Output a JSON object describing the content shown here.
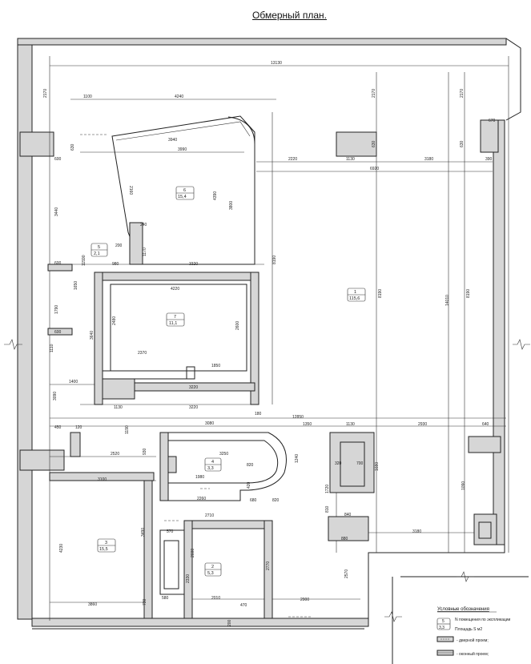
{
  "title": "Обмерный план.",
  "dimensions": {
    "top_total": "13130",
    "d1100": "1100",
    "d4240": "4240",
    "d2170a": "2170",
    "d2170b": "2170",
    "d2170c": "2170",
    "d670": "670",
    "d630a": "630",
    "d630b": "630",
    "d630c": "630",
    "d600a": "600",
    "d600b": "600",
    "d600c": "600",
    "d3940": "3940",
    "d3990": "3990",
    "d2220": "2220",
    "d1130a": "1130",
    "d3180a": "3180",
    "d390": "390",
    "d6920": "6920",
    "d3440": "3440",
    "d2160": "2160",
    "d4390": "4390",
    "d3800": "3800",
    "d240": "240",
    "d200": "200",
    "d980": "980",
    "d3320": "3320",
    "d11590": "11590",
    "d1170": "1170",
    "d1650": "1650",
    "d1790": "1790",
    "d4220": "4220",
    "d2480": "2480",
    "d2600": "2600",
    "d8190a": "8190",
    "d8190b": "8190",
    "d8190c": "8190",
    "d14010": "14010",
    "d3640": "3640",
    "d1110": "1110",
    "d2370": "2370",
    "d1850": "1850",
    "d1400": "1400",
    "d3220a": "3220",
    "d3220b": "3220",
    "d3090": "3090",
    "d1130b": "1130",
    "d180": "180",
    "d12850": "12850",
    "d3080": "3080",
    "d1350": "1350",
    "d1130c": "1130",
    "d2930": "2930",
    "d640": "640",
    "d450": "450",
    "d120": "120",
    "d1190": "1190",
    "d2520": "2520",
    "d930": "930",
    "d3250": "3250",
    "d1240": "1240",
    "d820a": "820",
    "d1980": "1980",
    "d3100": "3100",
    "d420": "420",
    "d2260": "2260",
    "d680": "680",
    "d820b": "820",
    "d700": "700",
    "d320": "320",
    "d1680": "1680",
    "d1720": "1720",
    "d810": "810",
    "d840": "840",
    "d1090": "1090",
    "d880": "880",
    "d3180b": "3180",
    "d2710": "2710",
    "d570": "570",
    "d2600b": "2600",
    "d2330": "2330",
    "d2770": "2770",
    "d2570": "2570",
    "d3490": "3490",
    "d4230": "4230",
    "d3860": "3860",
    "d730": "730",
    "d580": "580",
    "d2010": "2010",
    "d470": "470",
    "d2900": "2900",
    "d200b": "200"
  },
  "rooms": [
    {
      "num": "1",
      "area": "115,6"
    },
    {
      "num": "2",
      "area": "5,3"
    },
    {
      "num": "3",
      "area": "15,5"
    },
    {
      "num": "4",
      "area": "3,3"
    },
    {
      "num": "5",
      "area": "2,1"
    },
    {
      "num": "6",
      "area": "15,4"
    },
    {
      "num": "7",
      "area": "11,1"
    }
  ],
  "legend": {
    "title": "Условные обозначения",
    "sample_num": "5",
    "sample_area": "3,3",
    "line1": "N помещения по экспликации",
    "line2": "Площадь S м2",
    "door": "- дверной проем;",
    "window": "- оконный проем;"
  }
}
